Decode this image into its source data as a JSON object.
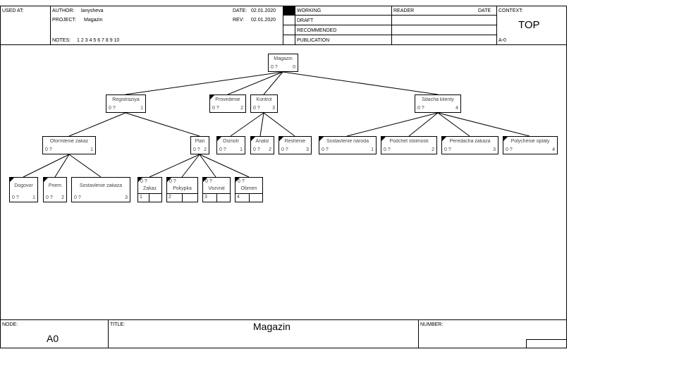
{
  "header": {
    "used_at_label": "USED AT:",
    "author_label": "AUTHOR:",
    "author": "lanysheva",
    "project_label": "PROJECT:",
    "project": "Magazin",
    "notes_label": "NOTES:",
    "notes": "1  2  3  4  5  6  7  8  9  10",
    "date_label": "DATE:",
    "date": "02.01.2020",
    "rev_label": "REV:",
    "rev": "02.01.2020",
    "status": [
      "WORKING",
      "DRAFT",
      "RECOMMENDED",
      "PUBLICATION"
    ],
    "reader_label": "READER",
    "reader_date_label": "DATE",
    "context_label": "CONTEXT:",
    "context_value": "TOP",
    "context_code": "A-0"
  },
  "footer": {
    "node_label": "NODE:",
    "node_value": "A0",
    "title_label": "TITLE:",
    "title_value": "Magazin",
    "number_label": "NUMBER:"
  },
  "tree": {
    "root": {
      "name": "Magazin",
      "cost": "0 ?",
      "num": "0"
    },
    "level1": [
      {
        "name": "Registraziya",
        "cost": "0 ?",
        "num": "1"
      },
      {
        "name": "Provedenie",
        "cost": "0 ?",
        "num": "2"
      },
      {
        "name": "Kontrol",
        "cost": "0 ?",
        "num": "3"
      },
      {
        "name": "Sdacha klienty",
        "cost": "0 ?",
        "num": "4"
      }
    ],
    "level2": [
      {
        "name": "Oformlenie zakaz",
        "cost": "0 ?",
        "num": "1"
      },
      {
        "name": "Plan",
        "cost": "0 ?",
        "num": "2"
      },
      {
        "name": "Osmotr",
        "cost": "0 ?",
        "num": "1"
      },
      {
        "name": "Analiz",
        "cost": "0 ?",
        "num": "2"
      },
      {
        "name": "Reshenie",
        "cost": "0 ?",
        "num": "3"
      },
      {
        "name": "Sostavlenie naroda",
        "cost": "0 ?",
        "num": "1"
      },
      {
        "name": "Podchet stoimosti",
        "cost": "0 ?",
        "num": "2"
      },
      {
        "name": "Peredacha zakaza",
        "cost": "0 ?",
        "num": "3"
      },
      {
        "name": "Polychenie oplaty",
        "cost": "0 ?",
        "num": "4"
      }
    ],
    "level3": [
      {
        "name": "Dogovor",
        "cost": "0 ?",
        "num": "1"
      },
      {
        "name": "Priem",
        "cost": "0 ?",
        "num": "2"
      },
      {
        "name": "Sostavlenie zakaza",
        "cost": "0 ?",
        "num": "3"
      }
    ],
    "plan_children": [
      {
        "name": "Zakaz",
        "cost": "0 ?",
        "num": "1"
      },
      {
        "name": "Pokypka",
        "cost": "0 ?",
        "num": "2"
      },
      {
        "name": "Vozvrat",
        "cost": "0 ?",
        "num": "3"
      },
      {
        "name": "Obmen",
        "cost": "0 ?",
        "num": "4"
      }
    ]
  }
}
